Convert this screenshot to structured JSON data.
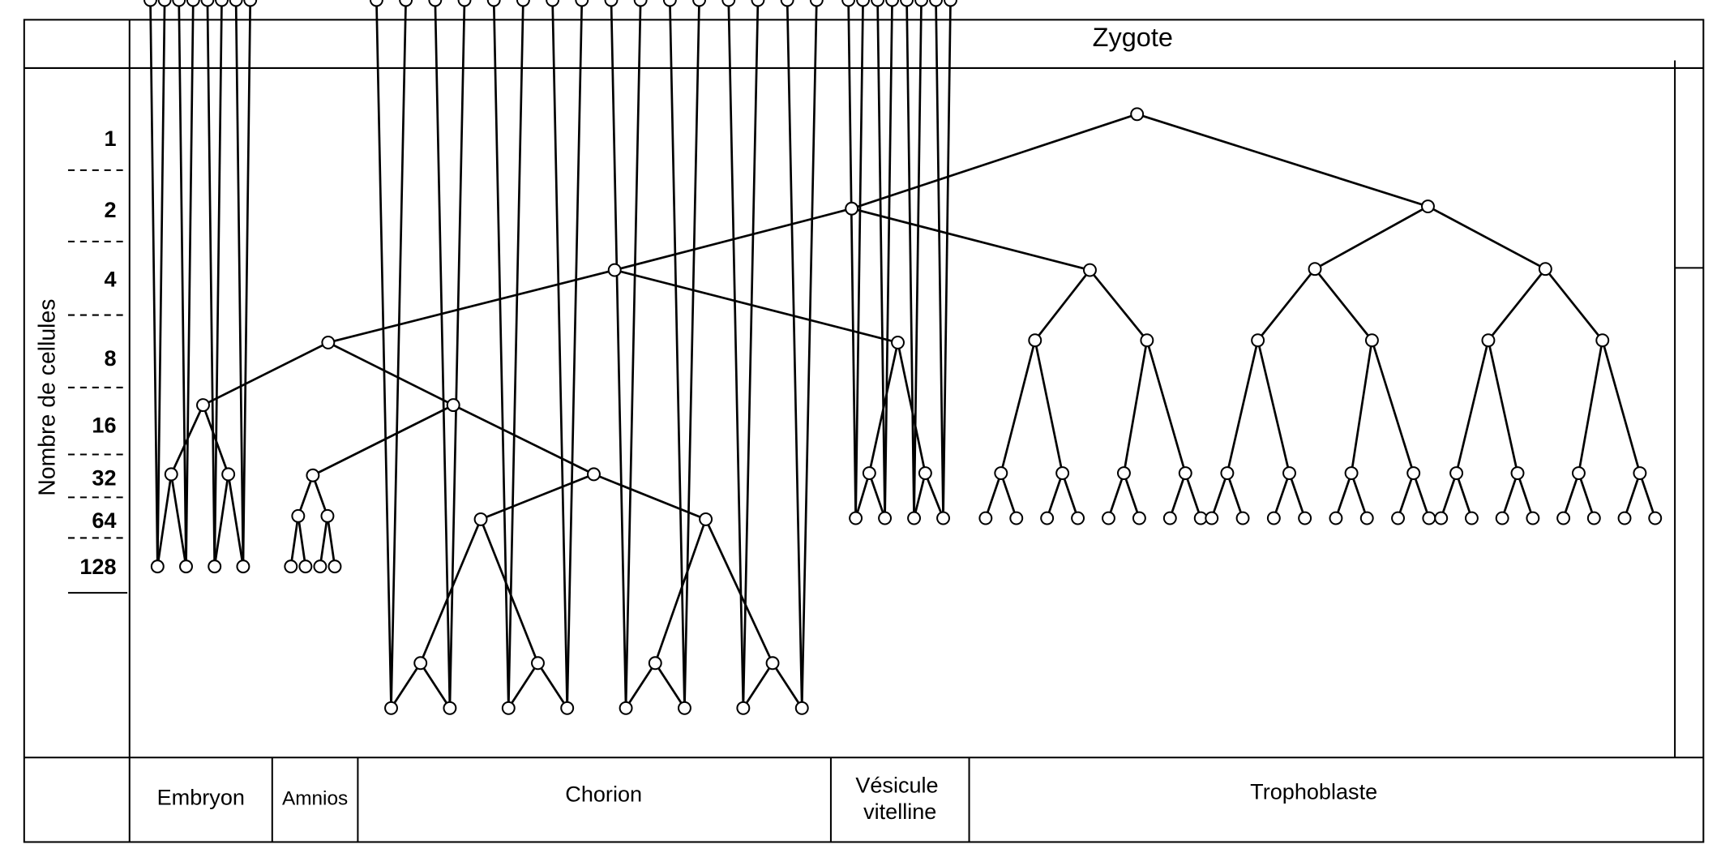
{
  "header": {
    "title": "Zygote"
  },
  "y_axis": {
    "label": "Nombre de cellules",
    "levels": [
      "1",
      "2",
      "4",
      "8",
      "16",
      "32",
      "64",
      "128"
    ]
  },
  "lineages": [
    {
      "id": "embryon",
      "label": "Embryon"
    },
    {
      "id": "amnios",
      "label": "Amnios"
    },
    {
      "id": "chorion",
      "label": "Chorion"
    },
    {
      "id": "vesicule",
      "label": "Vésicule vitelline"
    },
    {
      "id": "trophoblaste",
      "label": "Trophoblaste"
    }
  ],
  "colors": {
    "ink": "#000000",
    "background": "#ffffff"
  }
}
